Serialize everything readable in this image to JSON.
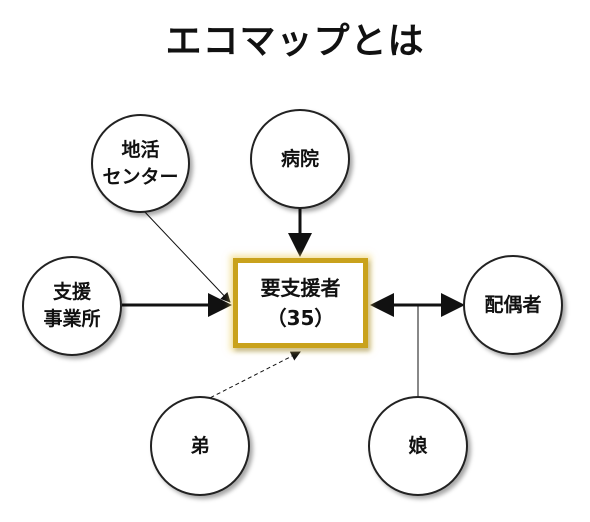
{
  "title": "エコマップとは",
  "center": {
    "line1": "要支援者",
    "line2": "（35）",
    "border_color": "#c9a21c"
  },
  "nodes": {
    "chikatsu": "地活\nセンター",
    "byoin": "病院",
    "shien": "支援\n事業所",
    "haigusha": "配偶者",
    "otouto": "弟",
    "musume": "娘"
  }
}
